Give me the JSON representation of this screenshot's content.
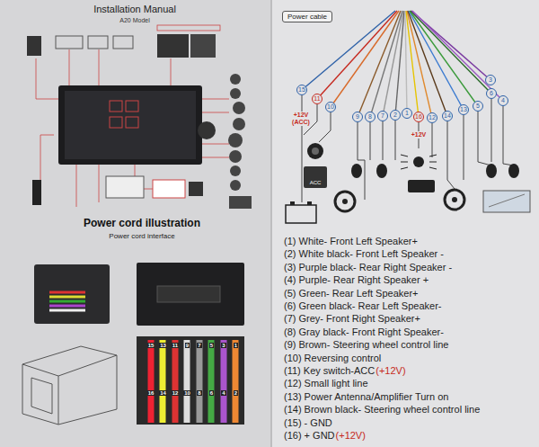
{
  "diagram": {
    "title": "Installation Manual",
    "nodes": [
      {
        "text": [
          "Power cable"
        ]
      }
    ],
    "edges": [],
    "labels": [
      "A20 Model",
      "Power cord illustration",
      "Power cord interface",
      "15",
      "11",
      "10",
      "9",
      "8",
      "7",
      "2",
      "1",
      "16",
      "12",
      "14",
      "13",
      "5",
      "6",
      "3",
      "4",
      "+12V (ACC)",
      "+12V",
      "ACC",
      "(1) White- Front Left Speaker+",
      "(2) White black- Front Left Speaker -",
      "(3) Purple black- Rear Right Speaker -",
      "(4) Purple- Rear Right Speaker +",
      "(5) Green- Rear Left Speaker+",
      "(6) Green black- Rear Left Speaker-",
      "(7) Grey- Front Right Speaker+",
      "(8) Gray black- Front Right Speaker-",
      "(9) Brown- Steering wheel control line",
      "(10) Reversing control",
      "(11) Key switch-ACC",
      "(+12V)",
      "(12) Small light line",
      "(13) Power Antenna/Amplifier Turn on",
      "(14) Brown black- Steering wheel control line",
      "(15) - GND",
      "(16) + GND",
      "(+12V)",
      "15",
      "13",
      "11",
      "9",
      "7",
      "5",
      "3",
      "1",
      "16",
      "14",
      "12",
      "10",
      "8",
      "6",
      "4",
      "2"
    ]
  }
}
